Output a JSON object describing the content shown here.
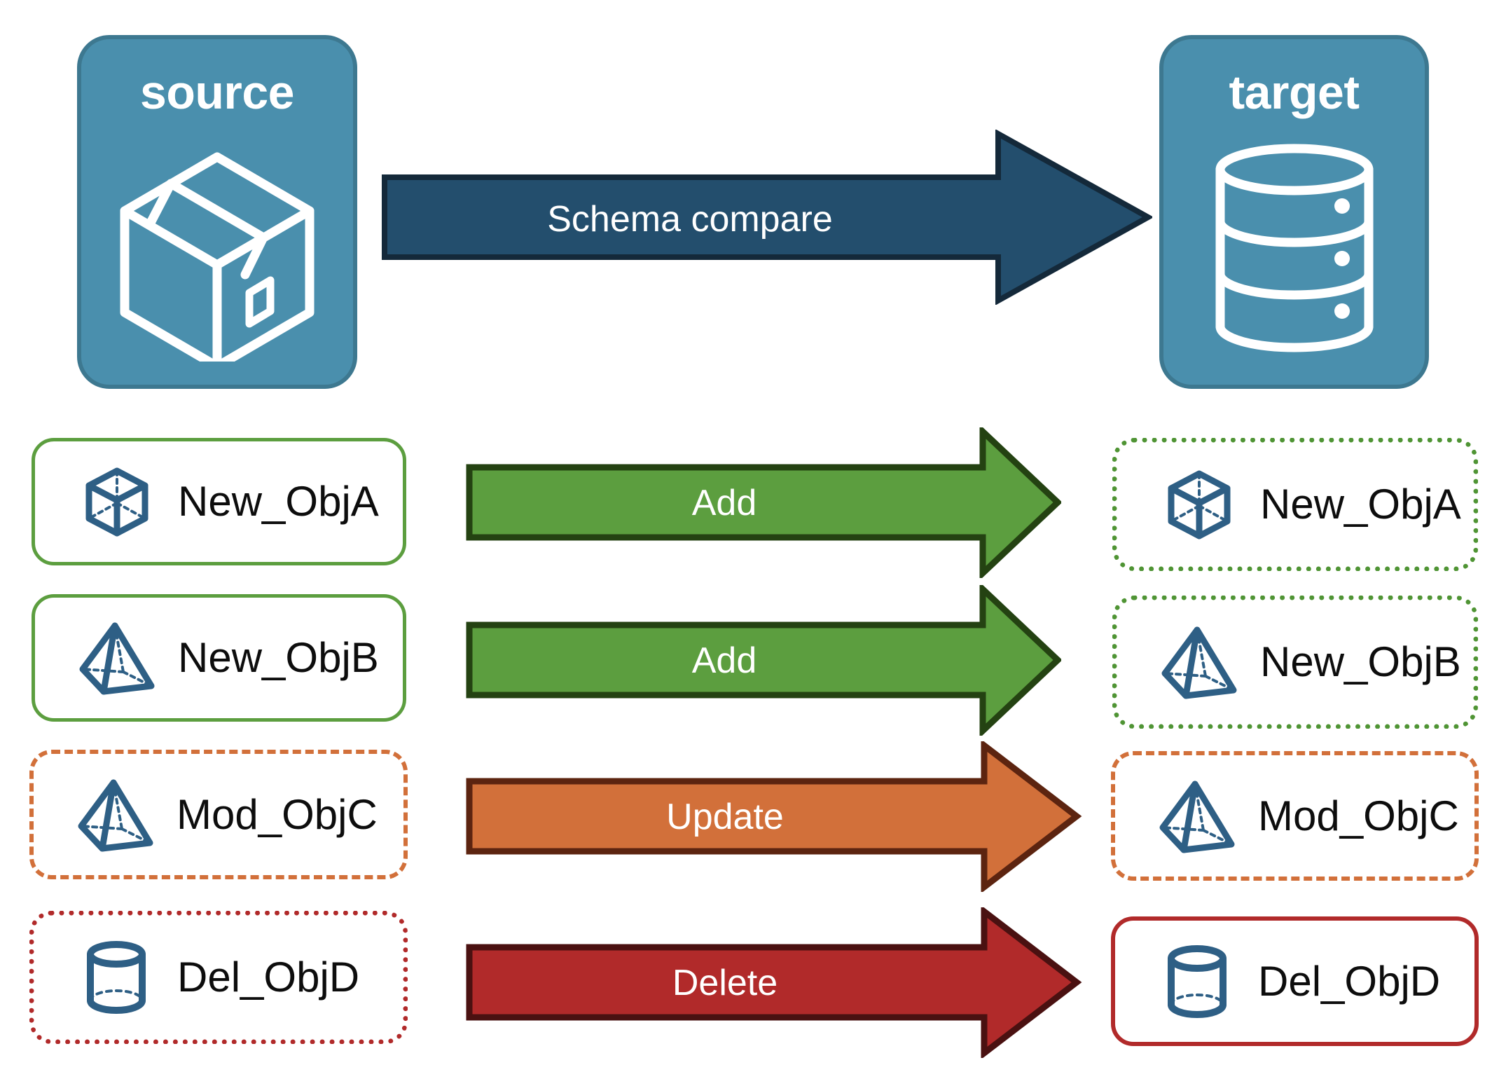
{
  "diagram": {
    "title_source": "source",
    "title_target": "target",
    "compare_arrow_label": "Schema compare"
  },
  "colors": {
    "panel_fill": "#4a8fad",
    "panel_stroke": "#3d7890",
    "compare_arrow_fill": "#234e6d",
    "compare_arrow_stroke": "#17344a",
    "add_fill": "#5c9e3f",
    "add_stroke": "#244212",
    "update_fill": "#d2703a",
    "update_stroke": "#5c2410",
    "delete_fill": "#b12a2a",
    "delete_stroke": "#4a1111",
    "icon_blue": "#2e5f85",
    "text_dark": "#0d0d0d"
  },
  "panels": [
    {
      "name": "source",
      "label": "source",
      "icon": "package-box-icon"
    },
    {
      "name": "target",
      "label": "target",
      "icon": "database-cylinder-icon"
    }
  ],
  "rows": [
    {
      "action": "Add",
      "arrow_color": "#5c9e3f",
      "source": {
        "label": "New_ObjA",
        "icon": "wireframe-cube-icon",
        "border": "solid-green"
      },
      "target": {
        "label": "New_ObjA",
        "icon": "wireframe-cube-icon",
        "border": "dotted-green"
      }
    },
    {
      "action": "Add",
      "arrow_color": "#5c9e3f",
      "source": {
        "label": "New_ObjB",
        "icon": "wireframe-pyramid-icon",
        "border": "solid-green"
      },
      "target": {
        "label": "New_ObjB",
        "icon": "wireframe-pyramid-icon",
        "border": "dotted-green"
      }
    },
    {
      "action": "Update",
      "arrow_color": "#d2703a",
      "source": {
        "label": "Mod_ObjC",
        "icon": "wireframe-pyramid-icon",
        "border": "dashed-orange"
      },
      "target": {
        "label": "Mod_ObjC",
        "icon": "wireframe-pyramid-icon",
        "border": "dashed-orange"
      }
    },
    {
      "action": "Delete",
      "arrow_color": "#b12a2a",
      "source": {
        "label": "Del_ObjD",
        "icon": "wireframe-cylinder-icon",
        "border": "dotted-red"
      },
      "target": {
        "label": "Del_ObjD",
        "icon": "wireframe-cylinder-icon",
        "border": "solid-red"
      }
    }
  ]
}
